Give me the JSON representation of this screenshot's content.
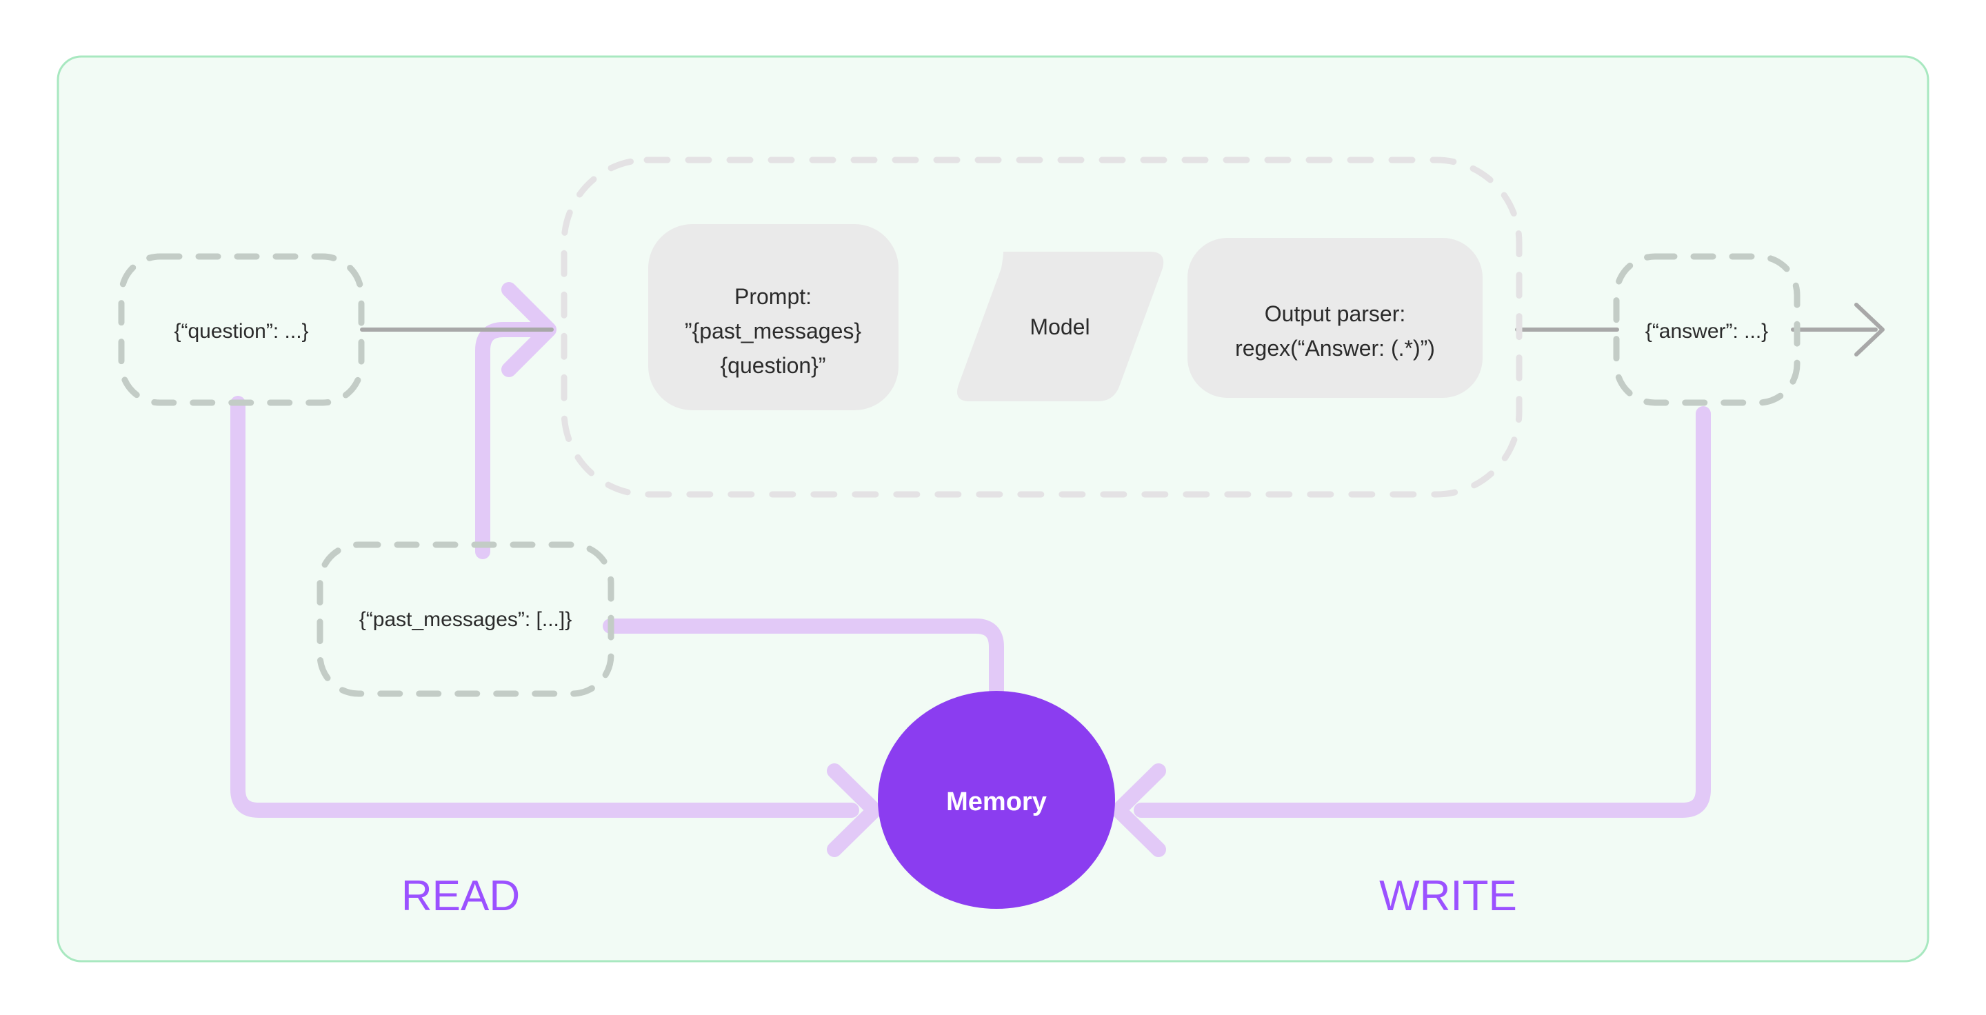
{
  "diagram": {
    "title_present": false,
    "colors": {
      "canvas_bg": "#ffffff",
      "panel_fill": "#F2FBF5",
      "panel_border": "#A8E8C0",
      "node_dash_border": "#C3CCC6",
      "pipeline_dash_border": "#E4E2E4",
      "block_fill": "#EAEAEA",
      "gray_arrow": "#A8A8A8",
      "purple_flow": "#E2C9F7",
      "memory_fill": "#8B3DF0",
      "memory_text": "#FFFFFF",
      "rw_text": "#9B51FF",
      "node_text": "#2b2b2b"
    },
    "nodes": {
      "question": {
        "label": "{“question”: ...}",
        "shape": "dashed-rounded-square"
      },
      "past_messages": {
        "label": "{“past_messages”: [...]}",
        "shape": "dashed-rounded-rect"
      },
      "answer": {
        "label": "{“answer”: ...}",
        "shape": "dashed-rounded-square"
      }
    },
    "pipeline": {
      "container_shape": "dashed-rounded-rect",
      "blocks": [
        {
          "name": "prompt",
          "shape": "rounded-square",
          "lines": [
            "Prompt:",
            "”{past_messages}",
            "{question}”"
          ]
        },
        {
          "name": "model",
          "shape": "parallelogram",
          "lines": [
            "Model"
          ]
        },
        {
          "name": "output_parser",
          "shape": "rounded-square",
          "lines": [
            "Output parser:",
            "regex(“Answer: (.*)”)"
          ]
        }
      ]
    },
    "memory": {
      "label": "Memory",
      "shape": "ellipse"
    },
    "flow_labels": {
      "read": "READ",
      "write": "WRITE"
    },
    "edges": [
      {
        "name": "question-to-pipeline",
        "style": "gray-line"
      },
      {
        "name": "past-messages-to-pipeline",
        "style": "purple-arrow"
      },
      {
        "name": "pipeline-to-answer",
        "style": "gray-line"
      },
      {
        "name": "answer-to-output",
        "style": "gray-arrow"
      },
      {
        "name": "question-to-memory",
        "style": "purple-arrow"
      },
      {
        "name": "past-messages-to-memory",
        "style": "purple-line"
      },
      {
        "name": "answer-to-memory",
        "style": "purple-arrow"
      }
    ]
  }
}
